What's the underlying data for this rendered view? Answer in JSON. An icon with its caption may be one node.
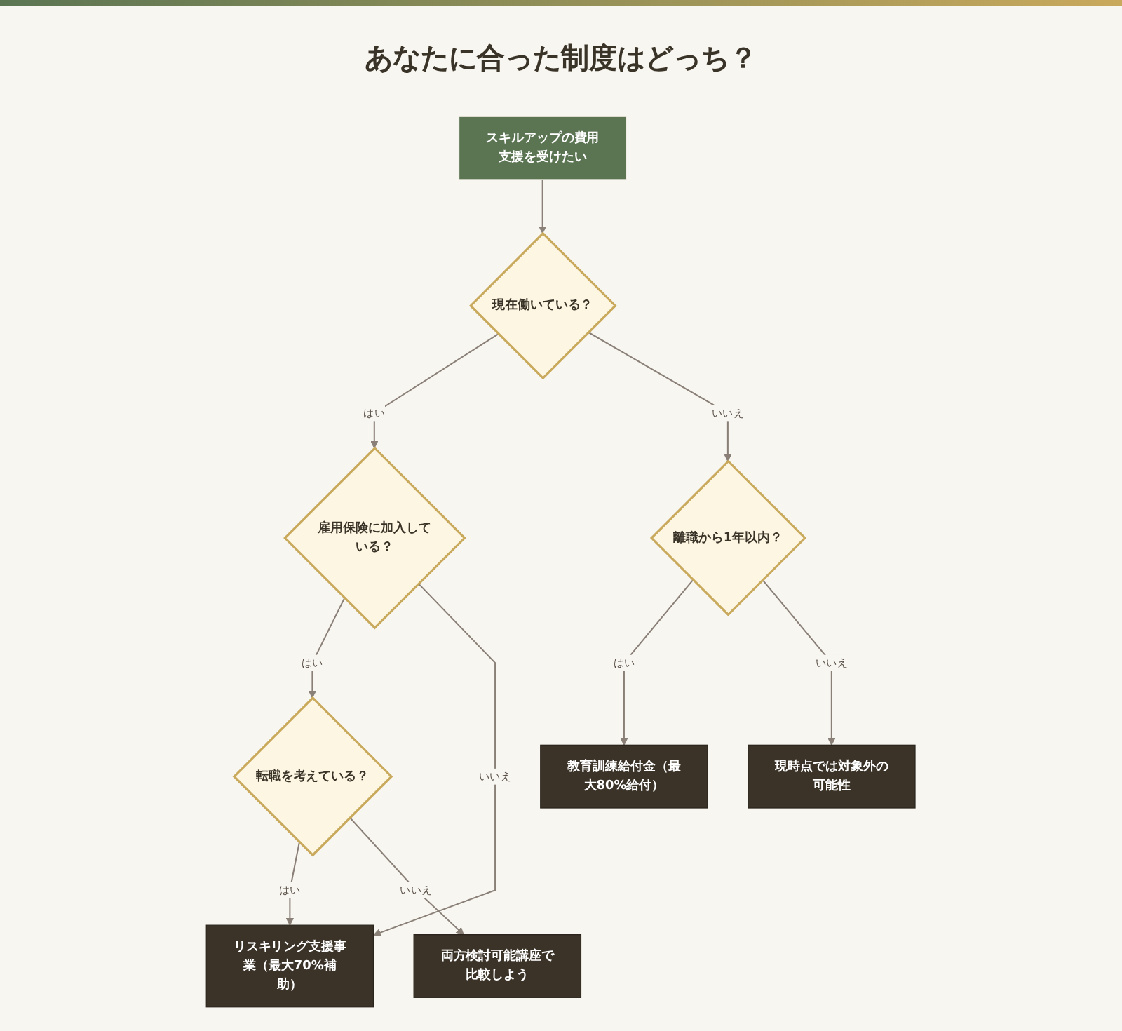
{
  "diagram": {
    "title": "あなたに合った制度はどっち？",
    "nodes": [
      {
        "text": [
          "スキルアップの費用支援を受けたい"
        ]
      },
      {
        "text": [
          "現在働いている？"
        ]
      },
      {
        "text": [
          "雇用保険に加入している？"
        ]
      },
      {
        "text": [
          "離職から1年以内？"
        ]
      },
      {
        "text": [
          "転職を考えている？"
        ]
      },
      {
        "text": [
          "リスキリング支援事業（最大70%補助）"
        ]
      },
      {
        "text": [
          "教育訓練給付金（最大80%給付）"
        ]
      },
      {
        "text": [
          "現時点では対象外の可能性"
        ]
      },
      {
        "text": [
          "両方検討可能講座で比較しよう"
        ]
      }
    ],
    "edges": [
      {
        "from": 0,
        "to": 1,
        "arrow": "to"
      },
      {
        "from": 1,
        "to": 2,
        "arrow": "to",
        "label": "はい"
      },
      {
        "from": 1,
        "to": 3,
        "arrow": "to",
        "label": "いいえ"
      },
      {
        "from": 2,
        "to": 4,
        "arrow": "to",
        "label": "はい"
      },
      {
        "from": 2,
        "to": 5,
        "arrow": "to",
        "label": "いいえ"
      },
      {
        "from": 3,
        "to": 6,
        "arrow": "to",
        "label": "はい"
      },
      {
        "from": 3,
        "to": 7,
        "arrow": "to",
        "label": "いいえ"
      },
      {
        "from": 4,
        "to": 5,
        "arrow": "to",
        "label": "はい"
      },
      {
        "from": 4,
        "to": 8,
        "arrow": "to",
        "label": "いいえ"
      }
    ]
  }
}
